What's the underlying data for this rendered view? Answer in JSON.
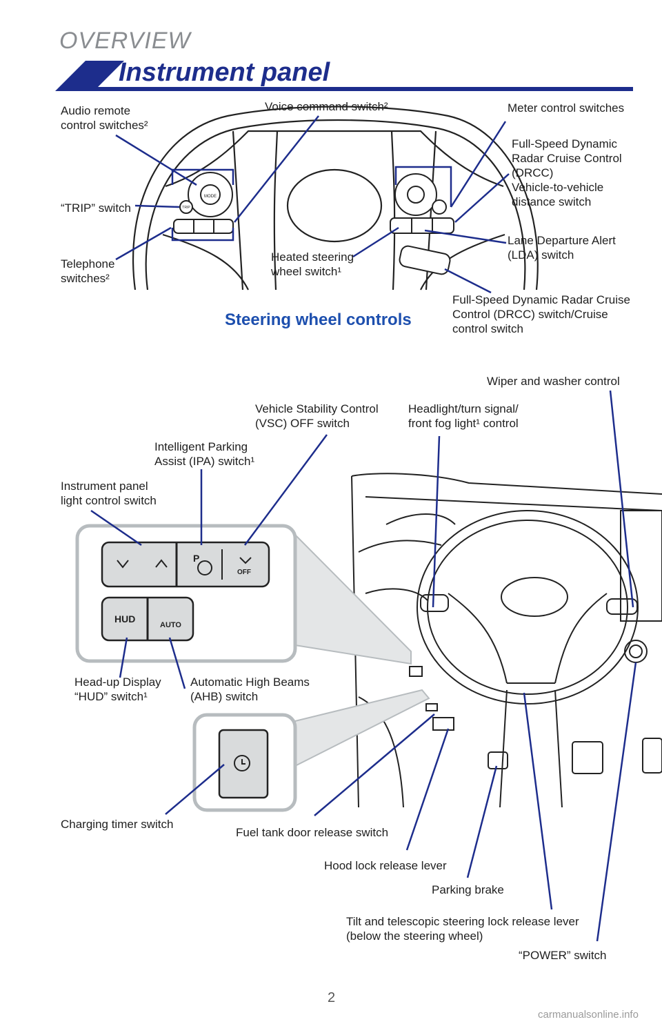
{
  "header": {
    "section": "OVERVIEW",
    "title": "Instrument panel"
  },
  "steering": {
    "heading": "Steering wheel controls",
    "labels": {
      "audio_remote": "Audio remote\ncontrol switches²",
      "voice_command": "Voice command switch²",
      "meter_control": "Meter control switches",
      "drcc_distance": "Full-Speed Dynamic\nRadar Cruise Control\n(DRCC)\nVehicle-to-vehicle\ndistance switch",
      "trip": "“TRIP” switch",
      "lda": "Lane Departure Alert\n(LDA) switch",
      "telephone": "Telephone\nswitches²",
      "heated_steering": "Heated steering\nwheel switch¹",
      "drcc_cruise": "Full-Speed Dynamic Radar Cruise\nControl (DRCC) switch/Cruise\ncontrol switch"
    },
    "buttons": {
      "trip": "TRIP",
      "mode": "MODE"
    }
  },
  "dash": {
    "labels": {
      "wiper": "Wiper and washer control",
      "vsc_off": "Vehicle Stability Control\n(VSC) OFF switch",
      "headlight": "Headlight/turn signal/\nfront fog light¹ control",
      "ipa": "Intelligent Parking\nAssist (IPA) switch¹",
      "panel_light": "Instrument panel\nlight control switch",
      "hud": "Head-up Display\n“HUD” switch¹",
      "ahb": "Automatic High Beams\n(AHB) switch",
      "charging_timer": "Charging timer switch",
      "fuel_door": "Fuel tank door release switch",
      "hood": "Hood lock release lever",
      "parking_brake": "Parking brake",
      "tilt": "Tilt and telescopic steering lock release lever\n(below the steering wheel)",
      "power": "“POWER” switch"
    },
    "buttons": {
      "hud": "HUD",
      "auto": "AUTO",
      "off": "OFF",
      "p": "P"
    }
  },
  "footer": {
    "page_number": "2",
    "watermark": "carmanualsonline.info"
  },
  "colors": {
    "brand_blue": "#1d2d8c",
    "subhead_blue": "#1d4fae",
    "leader": "#1d2d8c",
    "callout_gray": "#b7bcbf"
  }
}
